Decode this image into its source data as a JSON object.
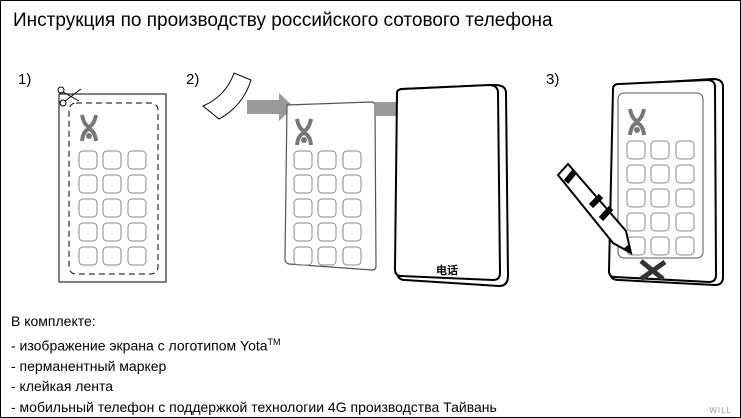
{
  "title": "Инструкция по производству российского сотового телефона",
  "steps": [
    "1)",
    "2)",
    "3)"
  ],
  "phone_label": "电话",
  "kit": {
    "heading": "В комплекте:",
    "items": [
      {
        "text": "- изображение экрана с логотипом Yota",
        "sup": "TM"
      },
      {
        "text": "- перманентный маркер"
      },
      {
        "text": "- клейкая лента"
      },
      {
        "text": "- мобильный телефон с поддержкой технологии 4G производства Тайвань"
      }
    ]
  },
  "signature": "WILL",
  "colors": {
    "arrow": "#999999",
    "logo": "#777777",
    "button": "#888888"
  }
}
